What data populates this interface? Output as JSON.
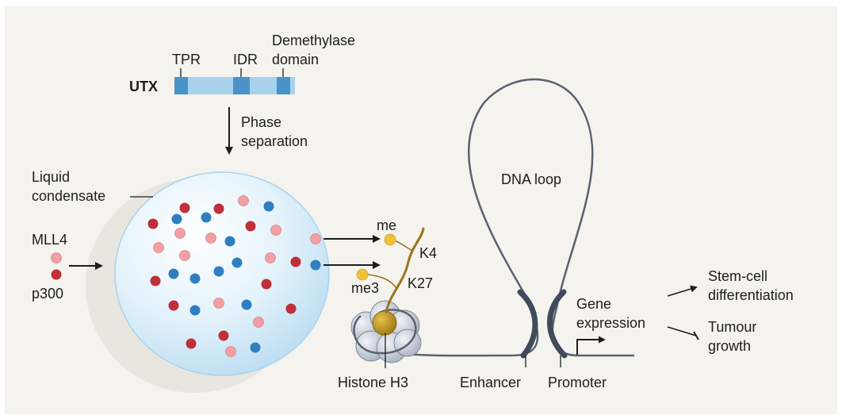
{
  "protein": {
    "name": "UTX",
    "domains": [
      "TPR",
      "IDR"
    ],
    "demethylase_line1": "Demethylase",
    "demethylase_line2": "domain"
  },
  "phase_separation": {
    "line1": "Phase",
    "line2": "separation"
  },
  "condensate": {
    "line1": "Liquid",
    "line2": "condensate"
  },
  "inputs": {
    "mll4": "MLL4",
    "p300": "p300"
  },
  "histone": {
    "me": "me",
    "me3": "me3",
    "k4": "K4",
    "k27": "K27",
    "label": "Histone H3"
  },
  "dna": {
    "loop": "DNA loop",
    "enhancer": "Enhancer",
    "promoter": "Promoter",
    "gene_line1": "Gene",
    "gene_line2": "expression"
  },
  "outcomes": {
    "stem_line1": "Stem-cell",
    "stem_line2": "differentiation",
    "tumour_line1": "Tumour",
    "tumour_line2": "growth"
  },
  "colors": {
    "background": "#f4f3ee",
    "utx_bar": "#a8d2ec",
    "utx_domain": "#4a93c8",
    "dot_red": "#c0303a",
    "dot_pink": "#f2a0a4",
    "dot_blue": "#2f7fc0",
    "me_gold": "#f0c23a",
    "dna_strand": "#5a6270",
    "anchor": "#3f4a5a"
  }
}
